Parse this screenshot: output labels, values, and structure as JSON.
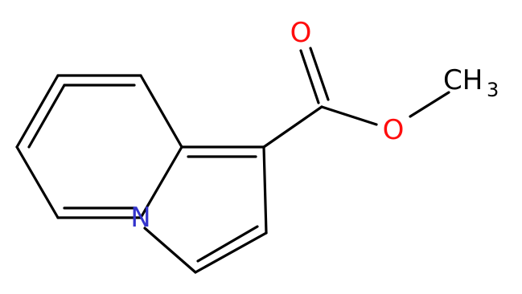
{
  "molecule": {
    "atoms": {
      "nitrogen": {
        "label": "N",
        "color": "#3333cc"
      },
      "carbonyl_oxygen": {
        "label": "O",
        "color": "#ff0d0d"
      },
      "ester_oxygen": {
        "label": "O",
        "color": "#ff0d0d"
      },
      "methyl": {
        "label": "CH",
        "subscript": "3",
        "color": "#000000"
      }
    },
    "bond_color": "#000000"
  }
}
